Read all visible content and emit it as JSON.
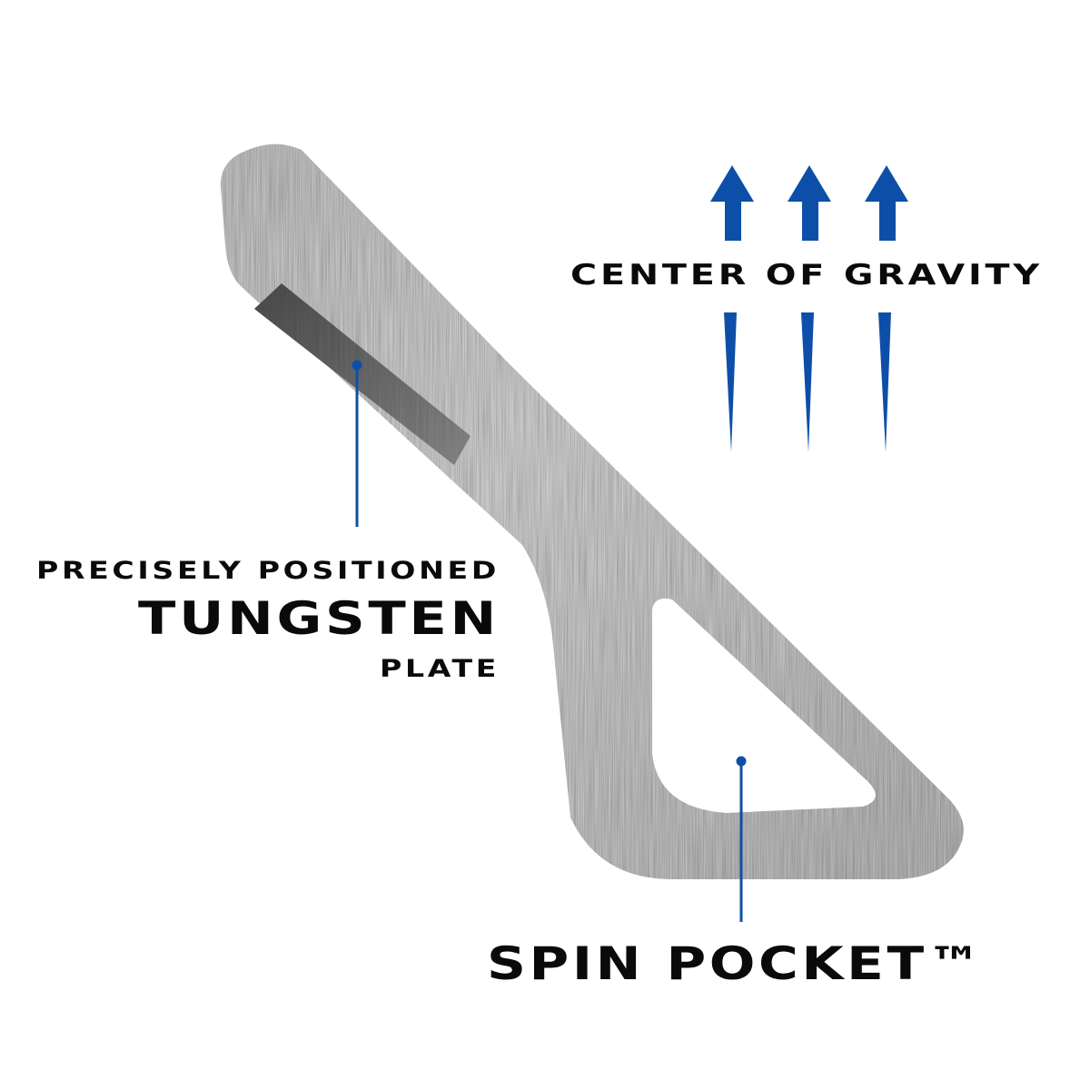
{
  "labels": {
    "center_of_gravity": "CENTER OF GRAVITY",
    "tungsten_line1": "PRECISELY POSITIONED",
    "tungsten_line2": "TUNGSTEN",
    "tungsten_line3": "PLATE",
    "spin_pocket": "SPIN POCKET™"
  },
  "colors": {
    "accent_blue": "#0d4fa8",
    "metal_light": "#c9c9c9",
    "metal_mid": "#8c8c8c",
    "metal_dark": "#5c5c5c",
    "text": "#0a0a0a"
  }
}
